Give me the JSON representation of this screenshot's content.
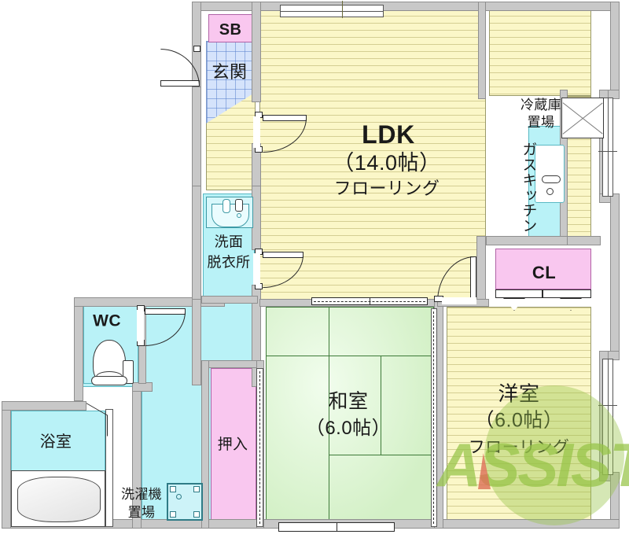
{
  "plan": {
    "title": "間取り図",
    "watermark": "ASSIST",
    "colors": {
      "flooring": "#fbf7c8",
      "tatami": "#ddf6d4",
      "wet_area": "#b9f2f7",
      "closet": "#f9c7ef",
      "entry_tile": "#d5e3fb",
      "wall": "#c8c8c8",
      "watermark_green": "#96c446",
      "watermark_accent": "#dc6e55"
    }
  },
  "rooms": [
    {
      "id": "ldk",
      "name": "LDK",
      "area": "（14.0帖）",
      "material": "フローリング"
    },
    {
      "id": "washitsu",
      "name": "和室",
      "area": "（6.0帖）",
      "material": ""
    },
    {
      "id": "yoshitsu",
      "name": "洋室",
      "area": "（6.0帖）",
      "material": "フローリング"
    },
    {
      "id": "genkan",
      "name": "玄関",
      "area": "",
      "material": ""
    },
    {
      "id": "senmen",
      "name": "洗面\n脱衣所",
      "area": "",
      "material": ""
    },
    {
      "id": "wc",
      "name": "WC",
      "area": "",
      "material": ""
    },
    {
      "id": "yokushitsu",
      "name": "浴室",
      "area": "",
      "material": ""
    }
  ],
  "labels": {
    "ldk_name": "LDK",
    "ldk_area": "（14.0帖）",
    "ldk_material": "フローリング",
    "washitsu_name": "和室",
    "washitsu_area": "（6.0帖）",
    "yoshitsu_name": "洋室",
    "yoshitsu_area": "（6.0帖）",
    "yoshitsu_material": "フローリング",
    "genkan": "玄関",
    "shoe_box": "SB",
    "closet_cl": "CL",
    "oshiire": "押入",
    "senmen_line1": "洗面",
    "senmen_line2": "脱衣所",
    "wc": "WC",
    "yokushitsu": "浴室",
    "washer_line1": "洗濯機",
    "washer_line2": "置場",
    "fridge_line1": "冷蔵庫",
    "fridge_line2": "置場",
    "gas_kitchen": "ガスキッチン"
  }
}
